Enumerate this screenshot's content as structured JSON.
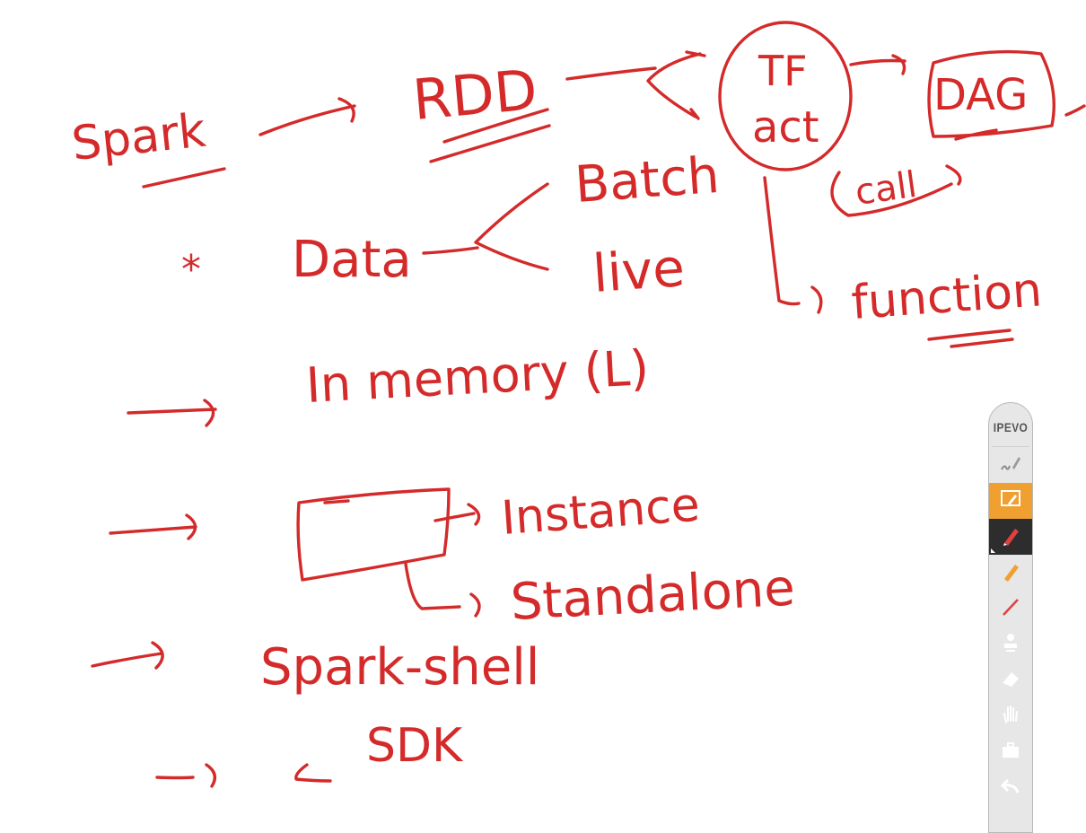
{
  "whiteboard": {
    "labels": {
      "spark": "Spark",
      "rdd": "RDD",
      "tf_act": [
        "TF",
        "act"
      ],
      "dag": "DAG",
      "batch": "Batch",
      "live": "live",
      "call": "call",
      "function": "function",
      "data": "Data",
      "in_memory": "In memory (L)",
      "instance": "Instance",
      "standalone": "Standalone",
      "spark_shell": "Spark-shell",
      "sdk": "SDK",
      "star": "*"
    },
    "ink_color": "#d42a2a"
  },
  "toolbar": {
    "brand": "IPEVO",
    "tools": [
      {
        "icon": "pen-squiggle-icon",
        "active": false
      },
      {
        "icon": "screen-annotate-icon",
        "active": "orange"
      },
      {
        "icon": "red-pen-icon",
        "active": "dark"
      },
      {
        "icon": "orange-highlighter-icon",
        "active": false
      },
      {
        "icon": "red-line-icon",
        "active": false
      },
      {
        "icon": "stamp-icon",
        "active": false
      },
      {
        "icon": "eraser-icon",
        "active": false
      },
      {
        "icon": "hand-icon",
        "active": false
      },
      {
        "icon": "toolbox-icon",
        "active": false
      },
      {
        "icon": "undo-icon",
        "active": false
      }
    ]
  }
}
